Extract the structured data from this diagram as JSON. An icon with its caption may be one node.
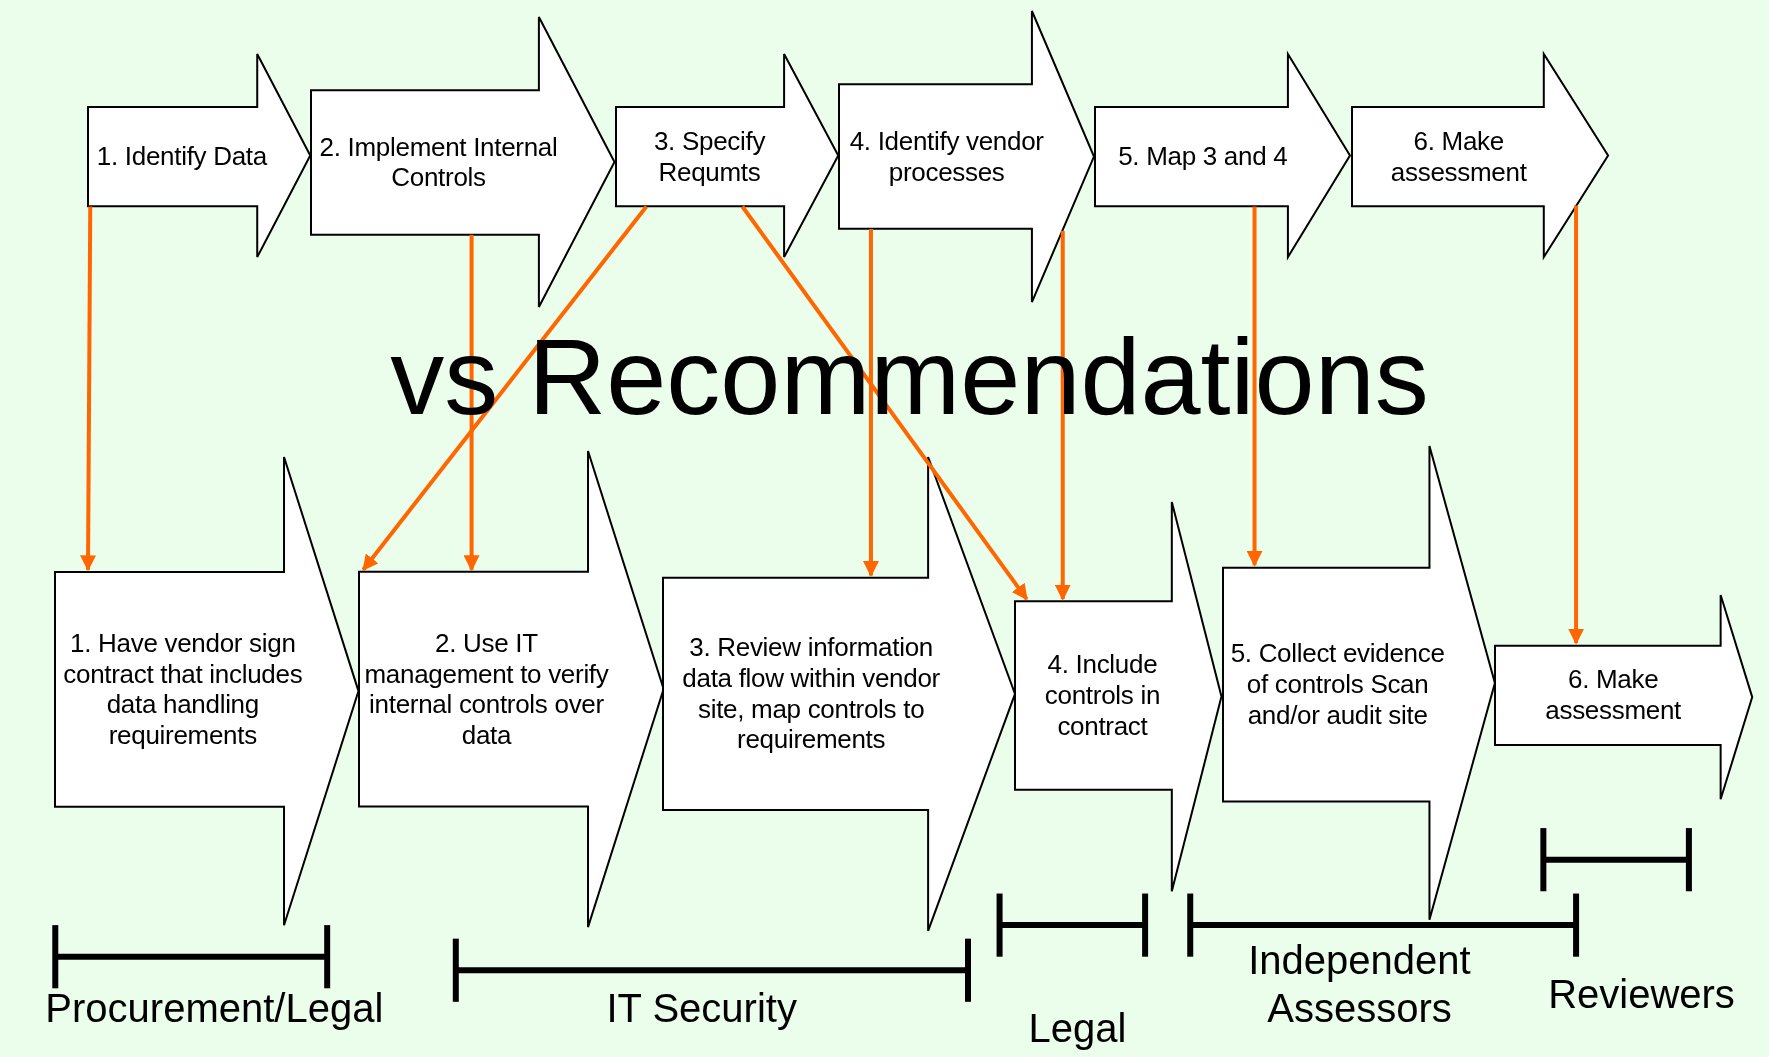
{
  "diagram": {
    "title": "vs Recommendations",
    "nodes": [
      {
        "text": [
          "1. Identify Data"
        ]
      },
      {
        "text": [
          "2. Implement Internal Controls"
        ]
      },
      {
        "text": [
          "3. Specify Requmts"
        ]
      },
      {
        "text": [
          "4. Identify vendor processes"
        ]
      },
      {
        "text": [
          "5. Map 3 and 4"
        ]
      },
      {
        "text": [
          "6. Make assessment"
        ]
      },
      {
        "text": [
          "1. Have vendor sign contract that includes data handling requirements"
        ]
      },
      {
        "text": [
          "2. Use IT management to verify internal controls over data"
        ]
      },
      {
        "text": [
          "3. Review information data flow within vendor site, map controls to requirements"
        ]
      },
      {
        "text": [
          "4. Include controls in contract"
        ]
      },
      {
        "text": [
          "5. Collect evidence of controls Scan and/or audit site"
        ]
      },
      {
        "text": [
          "6. Make assessment"
        ]
      }
    ],
    "edges": [
      {
        "from": 0,
        "to": 6,
        "arrow": "to"
      },
      {
        "from": 1,
        "to": 7,
        "arrow": "to"
      },
      {
        "from": 2,
        "to": 7,
        "arrow": "to"
      },
      {
        "from": 2,
        "to": 9,
        "arrow": "to"
      },
      {
        "from": 3,
        "to": 8,
        "arrow": "to"
      },
      {
        "from": 3,
        "to": 9,
        "arrow": "to"
      },
      {
        "from": 4,
        "to": 10,
        "arrow": "to"
      },
      {
        "from": 5,
        "to": 11,
        "arrow": "to"
      }
    ],
    "labels": [
      "Procurement/Legal",
      "IT Security",
      "Legal",
      "Independent Assessors",
      "Reviewers"
    ]
  }
}
